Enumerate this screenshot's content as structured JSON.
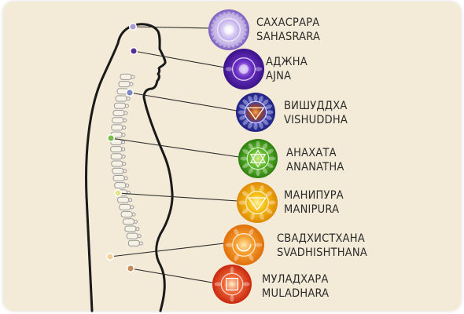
{
  "chakras": [
    {
      "name_ru": "САХАСРАРА",
      "name_en": "SAHASRARA",
      "color": "#8a6fc4",
      "dot": "#a99ad0"
    },
    {
      "name_ru": "АДЖНА",
      "name_en": "AJNA",
      "color": "#4a1f9a",
      "dot": "#5a2e92"
    },
    {
      "name_ru": "ВИШУДДХА",
      "name_en": "VISHUDDHA",
      "color": "#2d2f97",
      "dot": "#7c86c0"
    },
    {
      "name_ru": "АНАХАТА",
      "name_en": "ANANATHA",
      "color": "#4fa51c",
      "dot": "#7cbb4c"
    },
    {
      "name_ru": "МАНИПУРА",
      "name_en": "MANIPURA",
      "color": "#f0a800",
      "dot": "#e9e38a"
    },
    {
      "name_ru": "СВАДХИСТХАНА",
      "name_en": "SVADHISHTHANA",
      "color": "#f08a16",
      "dot": "#f1d29a"
    },
    {
      "name_ru": "МУЛАДХАРА",
      "name_en": "MULADHARA",
      "color": "#e0401a",
      "dot": "#c98a5c"
    }
  ]
}
